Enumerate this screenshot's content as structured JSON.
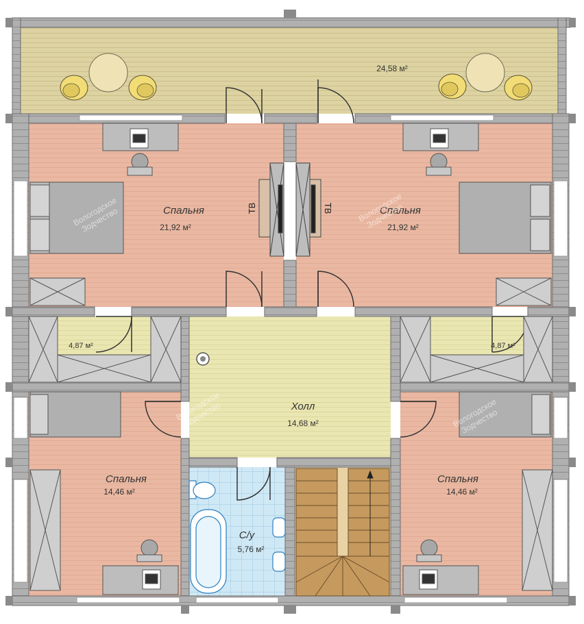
{
  "colors": {
    "wall": "#a9a9a9",
    "wall_dark": "#6f6f6f",
    "terrace": "#ddd3a2",
    "bedroom": "#eab8a2",
    "hall": "#eae6b1",
    "bath_tile": "#c8e4f2",
    "stairs": "#c49a60",
    "furniture": "#b8b8b8",
    "chair": "#f2dc76"
  },
  "terrace": {
    "area": "24,58 м²"
  },
  "bedroom_top_left": {
    "name": "Спальня",
    "area": "21,92 м²"
  },
  "bedroom_top_right": {
    "name": "Спальня",
    "area": "21,92 м²"
  },
  "closet_left": {
    "area": "4,87 м²"
  },
  "closet_right": {
    "area": "4,87 м²"
  },
  "hall": {
    "name": "Холл",
    "area": "14,68 м²"
  },
  "bedroom_bottom_left": {
    "name": "Спальня",
    "area": "14,46 м²"
  },
  "bedroom_bottom_right": {
    "name": "Спальня",
    "area": "14,46 м²"
  },
  "bathroom": {
    "name": "С/у",
    "area": "5,76 м²"
  },
  "tv": {
    "left_label": "ТВ",
    "right_label": "ТВ"
  },
  "watermark": {
    "line1": "Вологодское",
    "line2": "Зодчество"
  }
}
